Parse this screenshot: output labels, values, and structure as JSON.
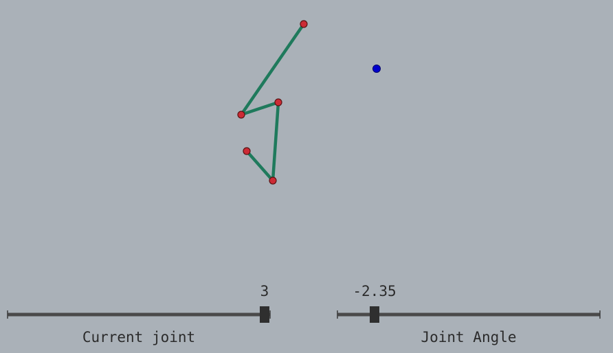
{
  "colors": {
    "background": "#aab1b8",
    "link": "#1f7a5c",
    "joint": "#cc2b35",
    "target": "#0000cc"
  },
  "arm": {
    "joints": [
      {
        "name": "joint-0"
      },
      {
        "name": "joint-1"
      },
      {
        "name": "joint-2"
      },
      {
        "name": "joint-3"
      },
      {
        "name": "joint-4"
      }
    ],
    "target": {
      "name": "target-point"
    }
  },
  "sliders": {
    "current_joint": {
      "label": "Current joint",
      "value": "3",
      "numeric_value": 3,
      "min": 0,
      "max": 3
    },
    "joint_angle": {
      "label": "Joint Angle",
      "value": "-2.35",
      "numeric_value": -2.35,
      "min": -3.14,
      "max": 3.14
    }
  }
}
